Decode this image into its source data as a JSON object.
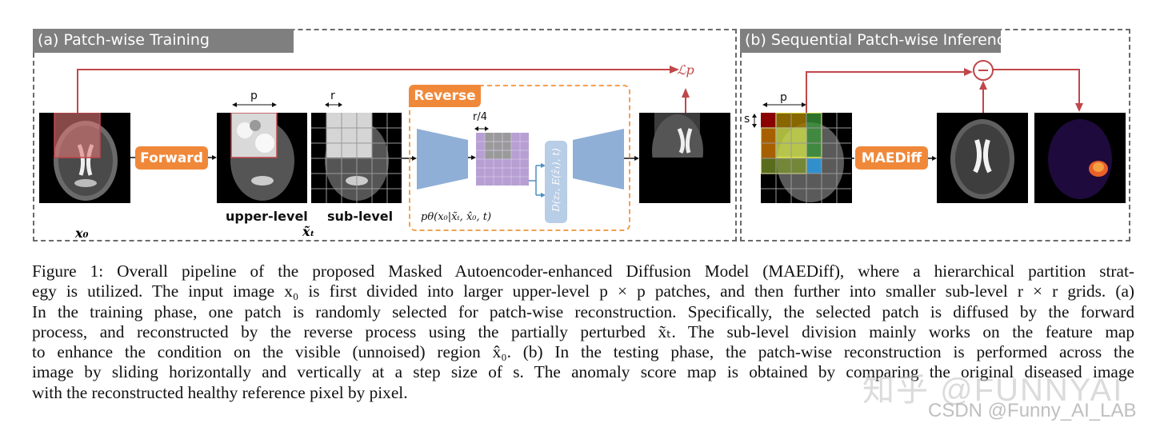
{
  "figure": {
    "panel_a": {
      "title": "(a) Patch-wise Training",
      "forward_label": "Forward",
      "reverse_label": "Reverse",
      "p_label": "p",
      "r_label": "r",
      "r4_label": "r/4",
      "upper_level_label": "upper-level",
      "sub_level_label": "sub-level",
      "x0_label": "x₀",
      "xt_label": "x̃ₜ",
      "loss_label": "ℒp",
      "posterior_label": "pθ(x₀|x̃ₜ, x̂₀, t)",
      "condition_label": "D(z₂, E(ẑ₁), t)"
    },
    "panel_b": {
      "title": "(b) Sequential Patch-wise Inference",
      "model_label": "MAEDiff",
      "p_label": "p",
      "s_label": "s",
      "subtract_symbol": "−"
    },
    "colors": {
      "accent_orange": "#f0883a",
      "loss_red": "#c0474a",
      "network_blue": "#8fafd6",
      "feature_purple": "#b79fd3",
      "panel_title_gray": "#7f7f7f"
    }
  },
  "caption": {
    "lines": [
      "Figure 1: Overall pipeline of the proposed Masked Autoencoder-enhanced Diffusion Model (MAEDiff), where a hierarchical partition strat-",
      "egy is utilized. The input image x₀ is first divided into larger upper-level p × p patches, and then further into smaller sub-level r × r grids. (a)",
      "In the training phase, one patch is randomly selected for patch-wise reconstruction. Specifically, the selected patch is diffused by the forward",
      "process, and reconstructed by the reverse process using the partially perturbed x̃ₜ. The sub-level division mainly works on the feature map",
      "to enhance the condition on the visible (unnoised) region x̂₀. (b) In the testing phase, the patch-wise reconstruction is performed across the",
      "image by sliding horizontally and vertically at a step size of s. The anomaly score map is obtained by comparing the original diseased image",
      "with the reconstructed healthy reference pixel by pixel."
    ]
  },
  "watermarks": {
    "zhihu": "知乎 @FUNNYAI",
    "csdn": "CSDN @Funny_AI_LAB"
  }
}
